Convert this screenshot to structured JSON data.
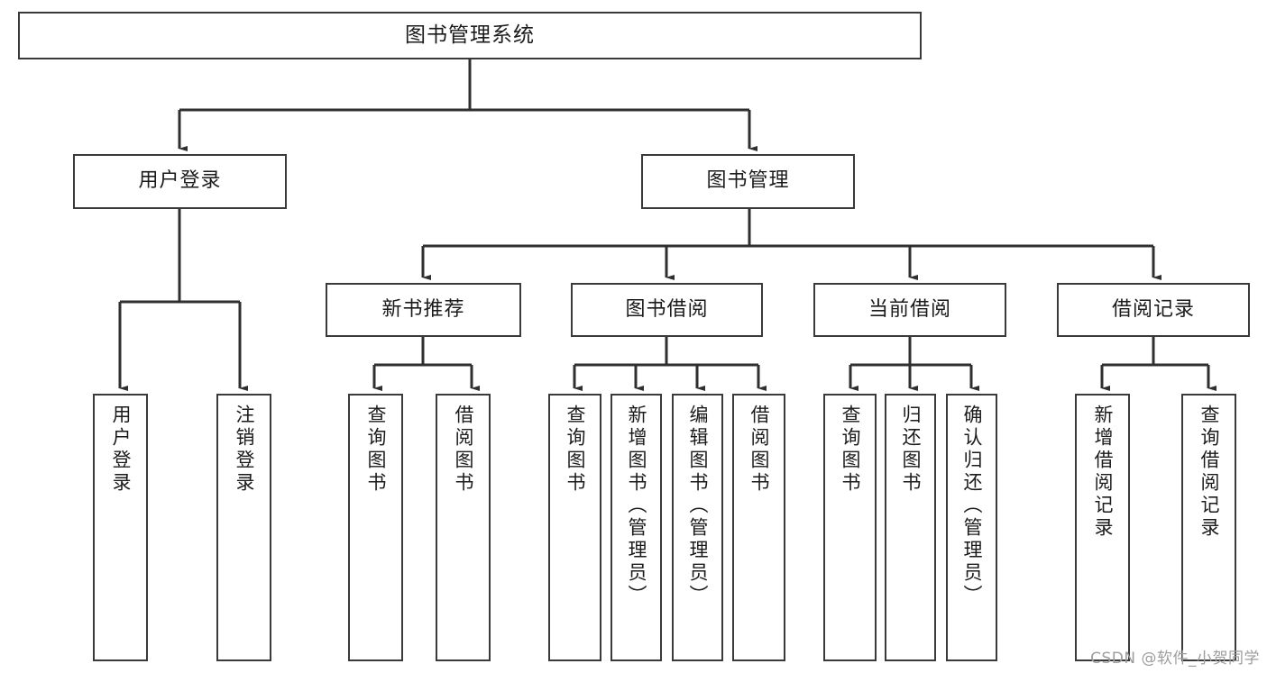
{
  "diagram": {
    "title": "图书管理系统",
    "type": "tree",
    "watermark": "CSDN @软件_小贺同学",
    "colors": {
      "border": "#3a3a3a",
      "text": "#1b1b1b",
      "background": "#ffffff",
      "wire": "#2f2f2f",
      "watermark": "#9d9d9d"
    },
    "nodes": {
      "root": {
        "label": "图书管理系统"
      },
      "level2": [
        {
          "label": "用户登录"
        },
        {
          "label": "图书管理"
        }
      ],
      "level3": [
        {
          "label": "新书推荐"
        },
        {
          "label": "图书借阅"
        },
        {
          "label": "当前借阅"
        },
        {
          "label": "借阅记录"
        }
      ],
      "leaves": [
        {
          "label": "用户登录",
          "parent": "用户登录"
        },
        {
          "label": "注销登录",
          "parent": "用户登录"
        },
        {
          "label": "查询图书",
          "parent": "新书推荐"
        },
        {
          "label": "借阅图书",
          "parent": "新书推荐"
        },
        {
          "label": "查询图书",
          "parent": "图书借阅"
        },
        {
          "label": "新增图书（管理员）",
          "parent": "图书借阅"
        },
        {
          "label": "编辑图书（管理员）",
          "parent": "图书借阅"
        },
        {
          "label": "借阅图书",
          "parent": "图书借阅"
        },
        {
          "label": "查询图书",
          "parent": "当前借阅"
        },
        {
          "label": "归还图书",
          "parent": "当前借阅"
        },
        {
          "label": "确认归还（管理员）",
          "parent": "当前借阅"
        },
        {
          "label": "新增借阅记录",
          "parent": "借阅记录"
        },
        {
          "label": "查询借阅记录",
          "parent": "借阅记录"
        }
      ]
    }
  }
}
